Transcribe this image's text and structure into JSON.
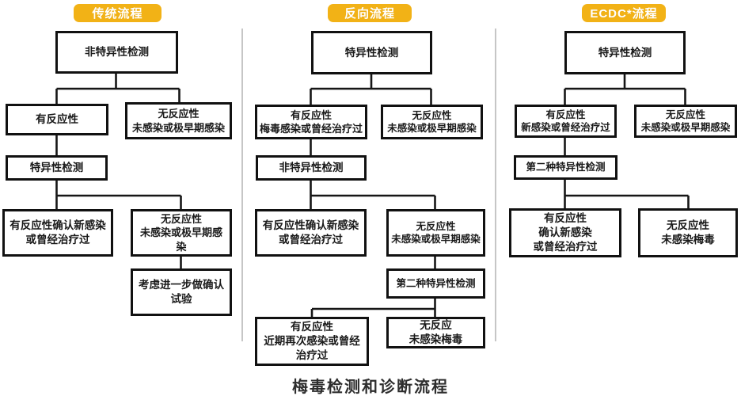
{
  "title": "梅毒检测和诊断流程",
  "badge_color": "#F2B216",
  "columns": [
    {
      "badge": "传统流程",
      "nodes": {
        "a": "非特异性检测",
        "b1": "有反应性",
        "b2": "无反应性\n未感染或极早期感染",
        "c": "特异性检测",
        "d1": "有反应性确认新感染\n或曾经治疗过",
        "d2": "无反应性\n未感染或极早期感染",
        "e": "考虑进一步做确认试验"
      }
    },
    {
      "badge": "反向流程",
      "nodes": {
        "a": "特异性检测",
        "b1": "有反应性\n梅毒感染或曾经治疗过",
        "b2": "无反应性\n未感染或极早期感染",
        "c": "非特异性检测",
        "d1": "有反应性确认新感染\n或曾经治疗过",
        "d2": "无反应性\n未感染或极早期感染",
        "e": "第二种特异性检测",
        "f1": "有反应性\n近期再次感染或曾经治疗过",
        "f2": "无反应\n未感染梅毒"
      }
    },
    {
      "badge": "ECDC*流程",
      "nodes": {
        "a": "特异性检测",
        "b1": "有反应性\n新感染或曾经治疗过",
        "b2": "无反应性\n未感染或极早期感染",
        "c": "第二种特异性检测",
        "d1": "有反应性\n确认新感染\n或曾经治疗过",
        "d2": "无反应性\n未感染梅毒"
      }
    }
  ]
}
